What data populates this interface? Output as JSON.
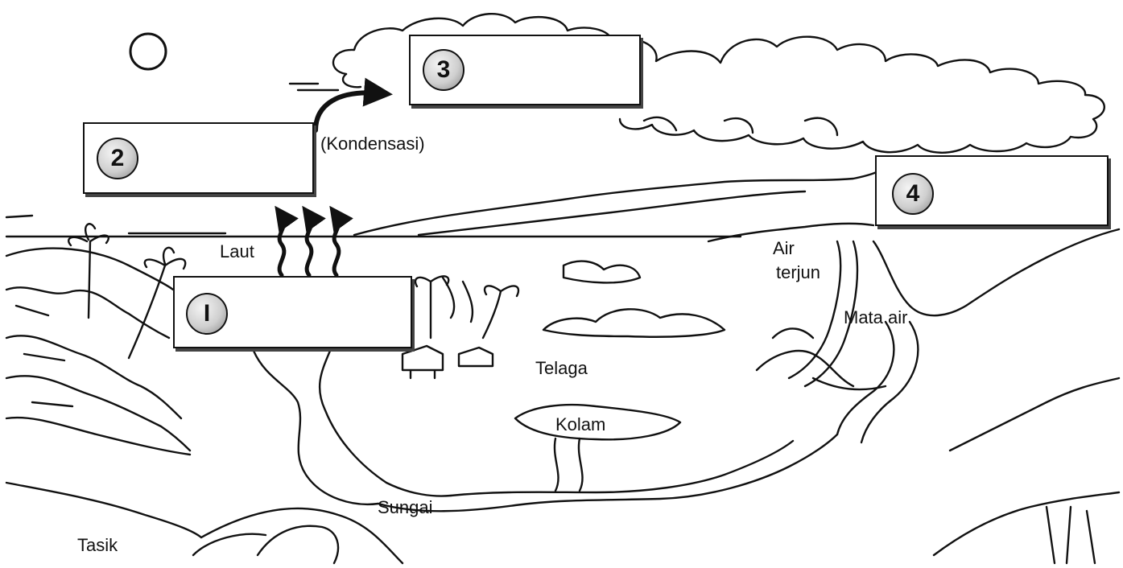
{
  "boxes": [
    {
      "id": "1",
      "number": "I"
    },
    {
      "id": "2",
      "number": "2"
    },
    {
      "id": "3",
      "number": "3"
    },
    {
      "id": "4",
      "number": "4"
    }
  ],
  "labels": {
    "kondensasi": "(Kondensasi)",
    "laut": "Laut",
    "air_terjun_1": "Air",
    "air_terjun_2": "terjun",
    "mata_air": "Mata air",
    "telaga": "Telaga",
    "kolam": "Kolam",
    "sungai": "Sungai",
    "tasik": "Tasik"
  }
}
